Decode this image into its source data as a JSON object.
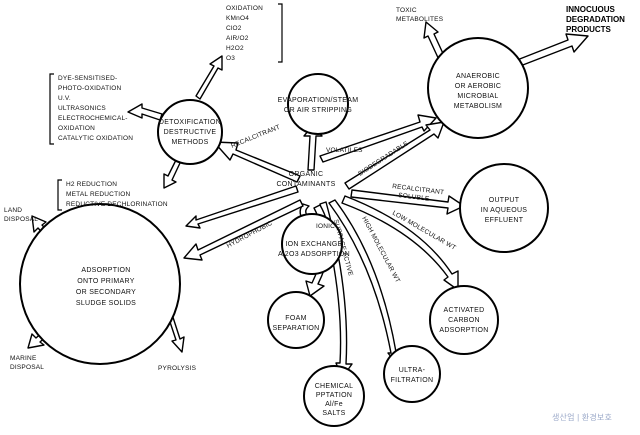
{
  "title": {
    "line1": "INNOCUOUS",
    "line2": "DEGRADATION",
    "line3": "PRODUCTS"
  },
  "center": {
    "line1": "ORGANIC",
    "line2": "CONTAMINANTS"
  },
  "nodes": {
    "detox": [
      "DETOXIFICATION",
      "DESTRUCTIVE",
      "METHODS"
    ],
    "evaporation": [
      "EVAPORATION/STEAM",
      "OR AIR STRIPPING"
    ],
    "metabolism": [
      "ANAEROBIC",
      "OR AEROBIC",
      "MICROBIAL",
      "METABOLISM"
    ],
    "aqueous": [
      "OUTPUT",
      "IN AQUEOUS",
      "EFFLUENT"
    ],
    "adsorption": [
      "ADSORPTION",
      "ONTO PRIMARY",
      "OR SECONDARY",
      "SLUDGE SOLIDS"
    ],
    "ion": [
      "ION EXCHANGE",
      "Al2O3 ADSORPTION"
    ],
    "foam": [
      "FOAM",
      "SEPARATION"
    ],
    "chemical": [
      "CHEMICAL",
      "PPTATION",
      "Al/Fe",
      "SALTS"
    ],
    "ultra": [
      "ULTRA-",
      "FILTRATION"
    ],
    "activated": [
      "ACTIVATED",
      "CARBON",
      "ADSORPTION"
    ]
  },
  "oxidation_list": [
    "OXIDATION",
    "KMnO4",
    "ClO2",
    "AIR/O2",
    "H2O2",
    "O3"
  ],
  "detox_methods": [
    "DYE-SENSITISED-",
    "PHOTO-OXIDATION",
    "U.V.",
    "ULTRASONICS",
    "ELECTROCHEMICAL-",
    "OXIDATION",
    "CATALYTIC OXIDATION"
  ],
  "reduction_list": [
    "H2 REDUCTION",
    "METAL REDUCTION",
    "REDUCTIVE DECHLORINATION"
  ],
  "outputs": {
    "toxic": [
      "TOXIC",
      "METABOLITES"
    ],
    "land": [
      "LAND",
      "DISPOSAL"
    ],
    "marine": [
      "MARINE",
      "DISPOSAL"
    ],
    "pyrolysis": "PYROLYSIS"
  },
  "arrow_labels": {
    "recalcitrant": "RECALCITRANT",
    "volatiles": "VOLATILES",
    "biodegradable": "BIODEGRADABLE",
    "recalcitrant_soluble": [
      "RECALCITRANT",
      "SOLUBLE"
    ],
    "low_molecular": "LOW MOLECULAR WT",
    "high_molecular": "HIGH MOLECULAR WT",
    "surface_active": "SURFACE ACTIVE",
    "ionic": "IONIC",
    "hydrophobic": "HYDROPHOBIC"
  },
  "watermark": "생산업 | 환경보호"
}
